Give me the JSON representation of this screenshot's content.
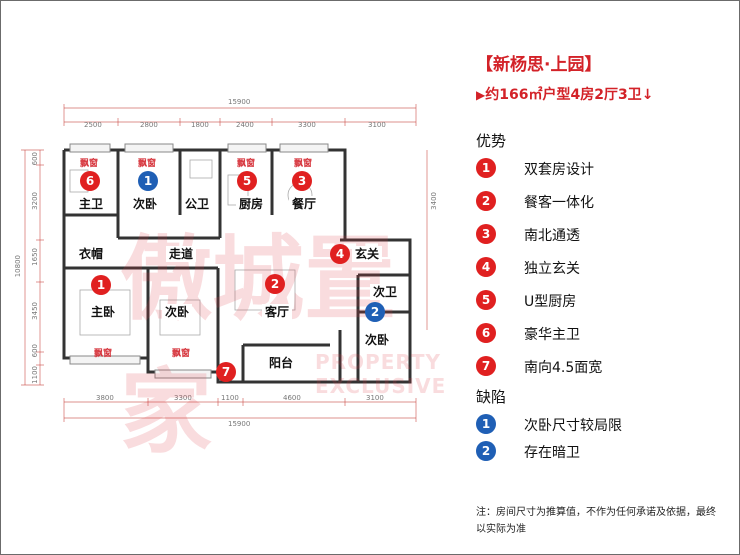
{
  "title": "【新杨思·上园】",
  "subtitle": "约166㎡户型4房2厅3卫",
  "subtitle_arrow": "▶",
  "subtitle_tail": "↓",
  "advantages_heading": "优势",
  "advantages": [
    {
      "num": "1",
      "text": "双套房设计"
    },
    {
      "num": "2",
      "text": "餐客一体化"
    },
    {
      "num": "3",
      "text": "南北通透"
    },
    {
      "num": "4",
      "text": "独立玄关"
    },
    {
      "num": "5",
      "text": "U型厨房"
    },
    {
      "num": "6",
      "text": "豪华主卫"
    },
    {
      "num": "7",
      "text": "南向4.5面宽"
    }
  ],
  "defects_heading": "缺陷",
  "defects": [
    {
      "num": "1",
      "text": "次卧尺寸较局限"
    },
    {
      "num": "2",
      "text": "存在暗卫"
    }
  ],
  "note": "注：房间尺寸为推算值，不作为任何承诺及依据，最终以实际为准",
  "colors": {
    "red": "#e02020",
    "blue": "#1f5fb5",
    "title": "#d32228"
  },
  "watermark": {
    "line1": "傲城置家",
    "line2": "PROPERTY EXCLUSIVE"
  },
  "plan": {
    "rooms": {
      "master_bath": "主卫",
      "bedroom_n": "次卧",
      "public_bath": "公卫",
      "kitchen": "厨房",
      "dining": "餐厅",
      "closet": "衣帽",
      "corridor": "走道",
      "entrance": "玄关",
      "bath2": "次卫",
      "master_bed": "主卧",
      "bedroom_s": "次卧",
      "living": "客厅",
      "bedroom_e": "次卧",
      "balcony": "阳台"
    },
    "bay_window": "飘窗",
    "markers": {
      "r6": "6",
      "b1": "1",
      "r5": "5",
      "r3": "3",
      "r4": "4",
      "r1": "1",
      "r2": "2",
      "b2": "2",
      "r7": "7"
    },
    "dims": {
      "total": "15900",
      "top": [
        "2500",
        "2800",
        "1800",
        "2400",
        "3300",
        "3100"
      ],
      "bottom": [
        "3800",
        "3300",
        "1100",
        "4600",
        "3100"
      ],
      "left": [
        "600",
        "3200",
        "1650",
        "3450",
        "600",
        "1100"
      ],
      "left_total": "10800",
      "right": [
        "3400"
      ]
    }
  }
}
